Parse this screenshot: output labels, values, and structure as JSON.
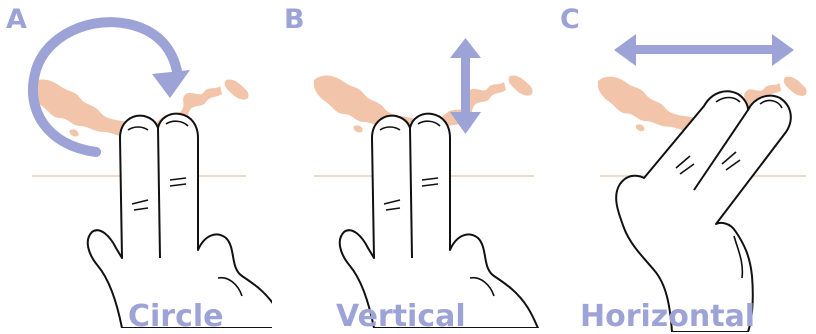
{
  "theme": {
    "accent": "#9da3d6",
    "map": "#f2c5aa",
    "baseline": "#f6d8c8",
    "hand_stroke": "#111111",
    "hand_fill": "#ffffff"
  },
  "panels": [
    {
      "letter": "A",
      "label": "Circle",
      "gesture_icon": "circular-arrow-icon"
    },
    {
      "letter": "B",
      "label": "Vertical",
      "gesture_icon": "vertical-double-arrow-icon"
    },
    {
      "letter": "C",
      "label": "Horizontal",
      "gesture_icon": "horizontal-double-arrow-icon"
    }
  ]
}
